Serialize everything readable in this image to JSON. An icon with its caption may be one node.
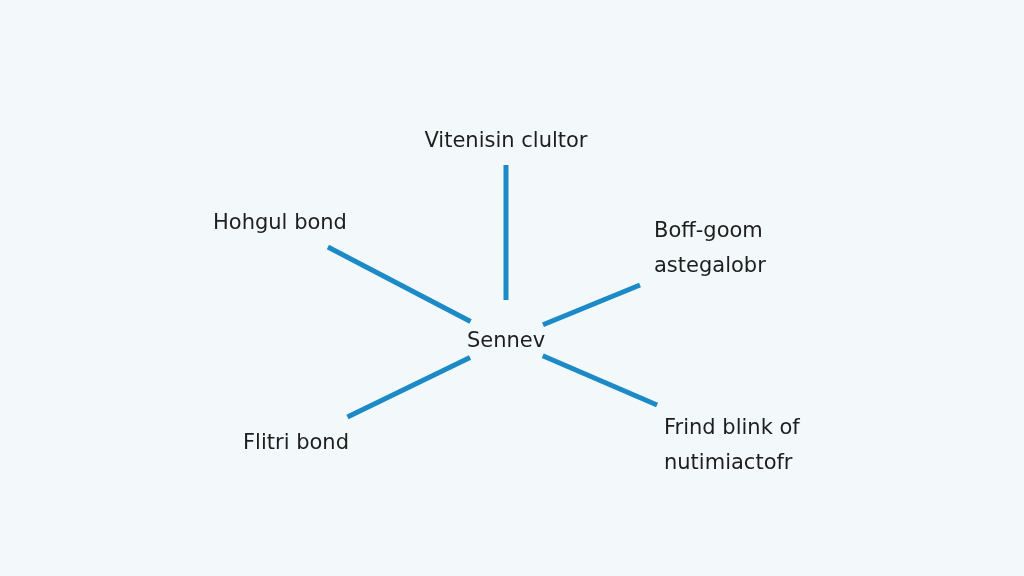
{
  "diagram": {
    "nodes": [
      {
        "text": [
          "Vitenisin clultor"
        ]
      },
      {
        "text": [
          "Hohgul bond"
        ]
      },
      {
        "text": [
          "Boff-goom astegalobr"
        ]
      },
      {
        "text": [
          "Sennev"
        ]
      },
      {
        "text": [
          "Flitri bond"
        ]
      },
      {
        "text": [
          "Frind blink of nutimiactofr"
        ]
      }
    ],
    "edges": [
      {
        "from": 3,
        "to": 0,
        "arrow": "none"
      },
      {
        "from": 3,
        "to": 1,
        "arrow": "none"
      },
      {
        "from": 3,
        "to": 2,
        "arrow": "none"
      },
      {
        "from": 3,
        "to": 4,
        "arrow": "none"
      },
      {
        "from": 3,
        "to": 5,
        "arrow": "none"
      }
    ]
  }
}
